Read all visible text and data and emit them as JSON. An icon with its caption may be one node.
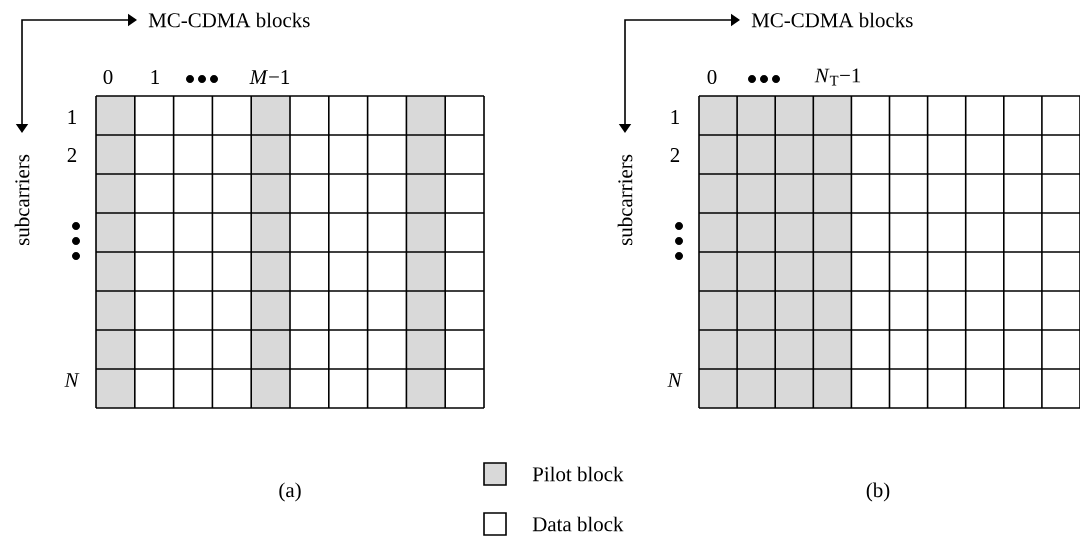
{
  "diagram": {
    "labels": [
      "MC-CDMA blocks",
      "0",
      "1",
      "*M*−1",
      "subcarriers",
      "1",
      "2",
      "*N*",
      "(a)",
      "MC-CDMA blocks",
      "0",
      "*N*$_{T}$−1",
      "subcarriers",
      "1",
      "2",
      "*N*",
      "(b)"
    ],
    "legend": [
      {
        "text": "Pilot block",
        "color": "#d9d9d9"
      },
      {
        "text": "Data block"
      }
    ]
  }
}
